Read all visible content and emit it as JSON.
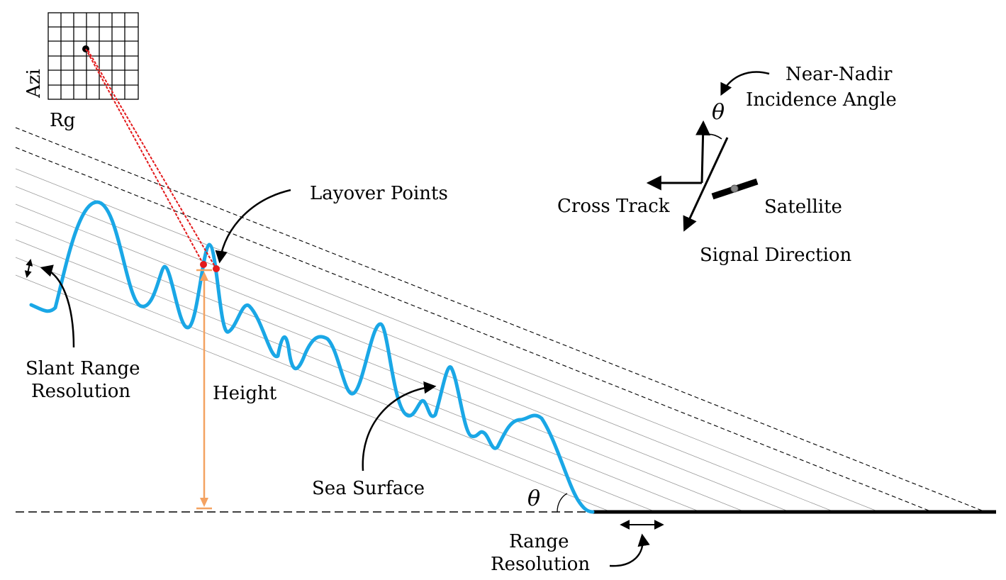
{
  "labels": {
    "grid_y": "Azi",
    "grid_x": "Rg",
    "layover": "Layover Points",
    "near_nadir_1": "Near-Nadir",
    "near_nadir_2": "Incidence Angle",
    "theta": "θ",
    "cross_track": "Cross Track",
    "satellite": "Satellite",
    "signal_direction": "Signal Direction",
    "slant_1": "Slant Range",
    "slant_2": "Resolution",
    "height": "Height",
    "sea_surface": "Sea Surface",
    "range_1": "Range",
    "range_2": "Resolution"
  },
  "colors": {
    "sea": "#1aa7e6",
    "height": "#f4a261",
    "layover": "#e31a1c",
    "line": "#000000",
    "slant": "#9a9a9a"
  }
}
